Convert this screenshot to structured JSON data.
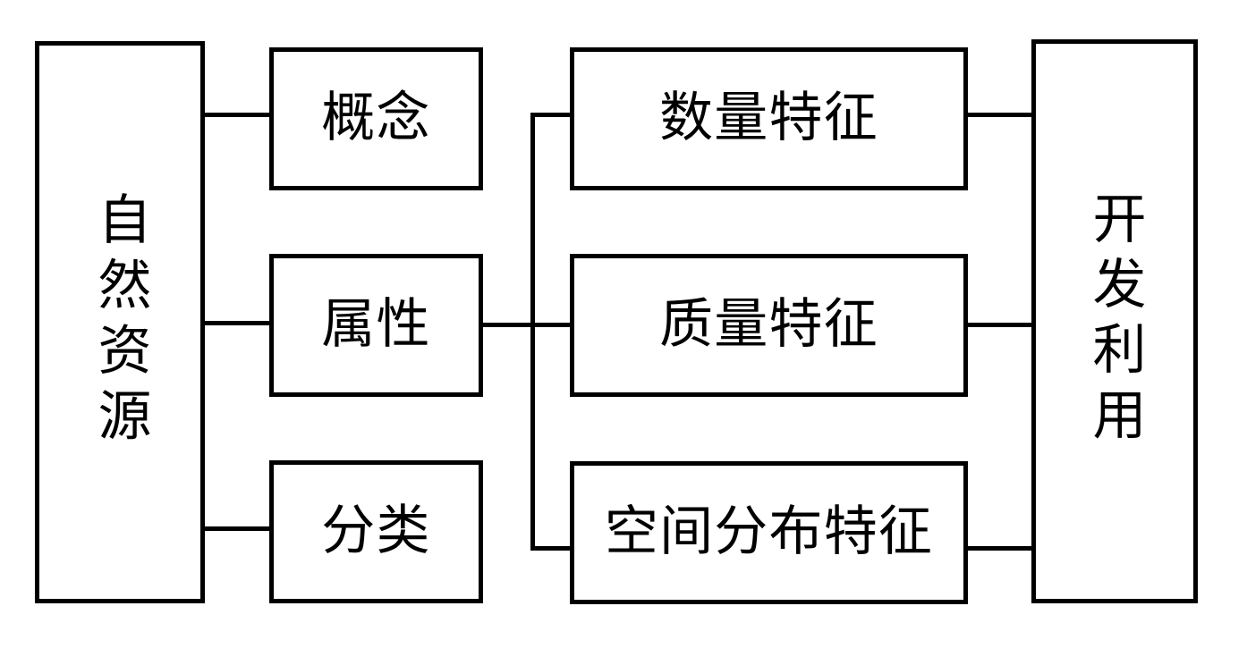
{
  "diagram": {
    "type": "flow-diagram",
    "orientation": "left-to-right",
    "background_color": "#ffffff",
    "line_color": "#000000",
    "text_color": "#000000",
    "nodes": {
      "natural_resources": {
        "label": "自然资源",
        "column": 1,
        "text_direction": "vertical"
      },
      "concept": {
        "label": "概念",
        "column": 2,
        "text_direction": "horizontal"
      },
      "attribute": {
        "label": "属性",
        "column": 2,
        "text_direction": "horizontal"
      },
      "classification": {
        "label": "分类",
        "column": 2,
        "text_direction": "horizontal"
      },
      "quantity": {
        "label": "数量特征",
        "column": 3,
        "text_direction": "horizontal"
      },
      "quality": {
        "label": "质量特征",
        "column": 3,
        "text_direction": "horizontal"
      },
      "spatial": {
        "label": "空间分布特征",
        "column": 3,
        "text_direction": "horizontal"
      },
      "development": {
        "label": "开发利用",
        "column": 4,
        "text_direction": "vertical"
      }
    },
    "edges": [
      {
        "from": "natural_resources",
        "to": "concept"
      },
      {
        "from": "natural_resources",
        "to": "attribute"
      },
      {
        "from": "natural_resources",
        "to": "classification"
      },
      {
        "from": "attribute",
        "to": "quantity"
      },
      {
        "from": "attribute",
        "to": "quality"
      },
      {
        "from": "attribute",
        "to": "spatial"
      },
      {
        "from": "quantity",
        "to": "development"
      },
      {
        "from": "quality",
        "to": "development"
      },
      {
        "from": "spatial",
        "to": "development"
      }
    ]
  }
}
